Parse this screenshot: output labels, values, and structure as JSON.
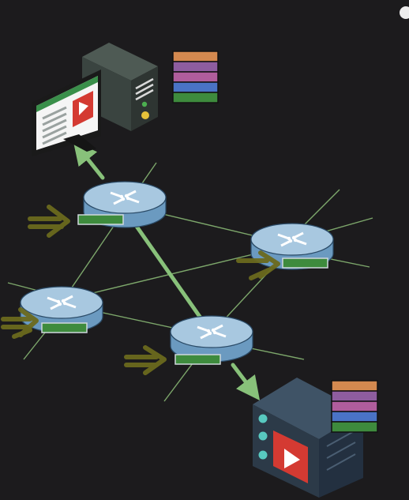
{
  "diagram": {
    "routers": [
      "router-top-left",
      "router-right",
      "router-left",
      "router-bottom-center"
    ],
    "packet_stack_colors": [
      "#d4894f",
      "#8e5d9f",
      "#b05d9c",
      "#4a73c6",
      "#3e8b3d"
    ],
    "route_path": [
      "client-computer",
      "router-top-left",
      "router-bottom-center",
      "video-server"
    ],
    "colors": {
      "background": "#1c1b1d",
      "link": "#7da76b",
      "route": "#88c17a",
      "router_body": "#6b9ac0",
      "router_top": "#a8c8e0",
      "queue_bar": "#3e8b3d",
      "incoming_arrow": "#6b6a1e",
      "server_body": "#2c3a48",
      "play_red": "#d43a32"
    }
  }
}
